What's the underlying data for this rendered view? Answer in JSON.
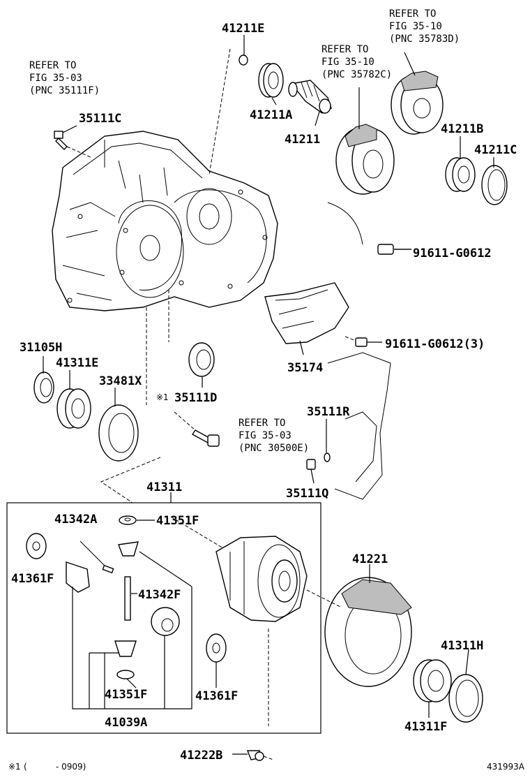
{
  "diagram": {
    "image_code": "431993A",
    "footnote": {
      "mark": "※1",
      "open": "(",
      "range": "- 0909)"
    },
    "labels": {
      "p41211e": "41211E",
      "p41211a": "41211A",
      "p41211": "41211",
      "p41211b": "41211B",
      "p41211c": "41211C",
      "p35111c": "35111C",
      "p91611_1": "91611-G0612",
      "p91611_3": "91611-G0612(3)",
      "p35174": "35174",
      "p31105h": "31105H",
      "p41311e": "41311E",
      "p33481x": "33481X",
      "p35111d": "35111D",
      "p35111d_mark": "※1",
      "p35111r": "35111R",
      "p35111q": "35111Q",
      "p41311": "41311",
      "p41342a": "41342A",
      "p41351f_top": "41351F",
      "p41361f_left": "41361F",
      "p41342f": "41342F",
      "p41351f_bot": "41351F",
      "p41361f_right": "41361F",
      "p41039a": "41039A",
      "p41221": "41221",
      "p41311h": "41311H",
      "p41311f": "41311F",
      "p41222b": "41222B"
    },
    "refs": {
      "ref1": {
        "line1": "REFER TO",
        "line2": "FIG 35-03",
        "line3": "(PNC 35111F)"
      },
      "ref2": {
        "line1": "REFER TO",
        "line2": "FIG 35-10",
        "line3": "(PNC 35782C)"
      },
      "ref3": {
        "line1": "REFER TO",
        "line2": "FIG 35-10",
        "line3": "(PNC 35783D)"
      },
      "ref4": {
        "line1": "REFER TO",
        "line2": "FIG 35-03",
        "line3": "(PNC 30500E)"
      }
    }
  }
}
